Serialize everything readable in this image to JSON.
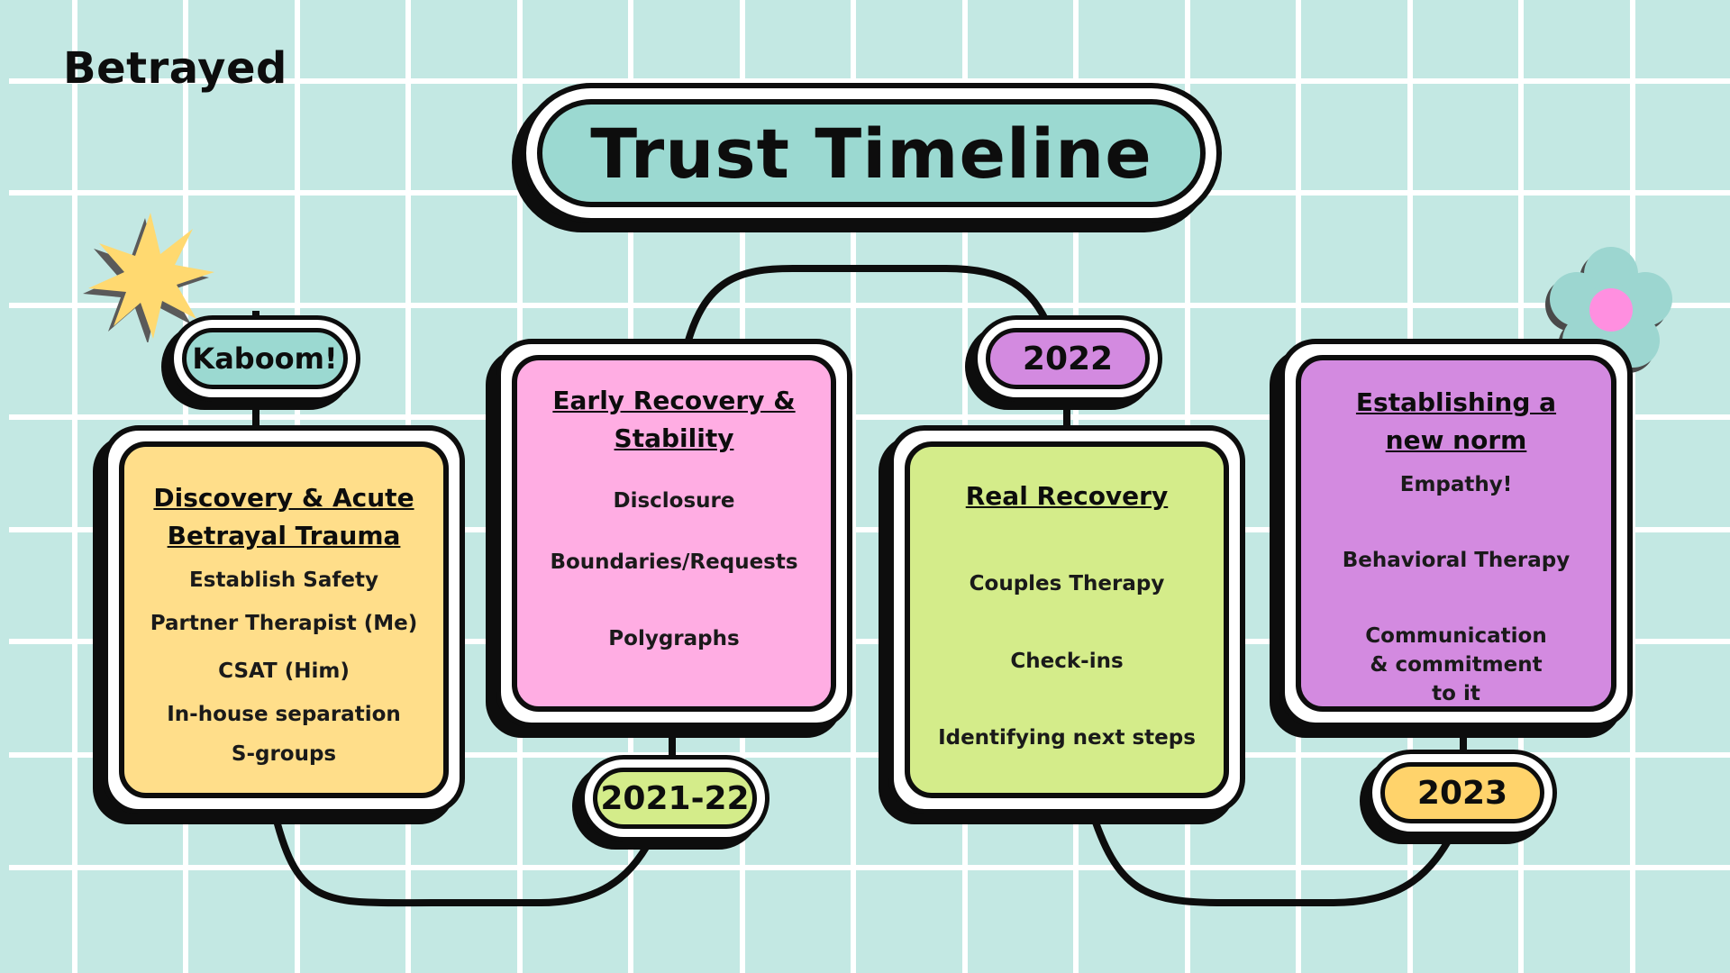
{
  "brand": "Betrayed",
  "title": "Trust Timeline",
  "colors": {
    "background": "#c3e8e3",
    "outline": "#0d0d0d",
    "teal": "#9bd9d1",
    "yellow": "#ffde8a",
    "pink": "#ffade3",
    "green": "#d4ec8a",
    "purple": "#d38ae0",
    "tag_yellow": "#ffd36b",
    "star": "#ffd970",
    "flower_petal": "#9cd6d0",
    "flower_center": "#ff8fe0"
  },
  "tags": {
    "kaboom": "Kaboom!",
    "year_2021": "2021-22",
    "year_2022": "2022",
    "year_2023": "2023"
  },
  "stages": [
    {
      "heading": "Discovery & Acute Betrayal Trauma",
      "items": [
        "Establish Safety",
        "Partner Therapist (Me)",
        "CSAT (Him)",
        "In-house separation",
        "S-groups"
      ]
    },
    {
      "heading": "Early Recovery & Stability",
      "items": [
        "Disclosure",
        "Boundaries/Requests",
        "Polygraphs"
      ]
    },
    {
      "heading": "Real Recovery",
      "items": [
        "Couples Therapy",
        "Check-ins",
        "Identifying next steps"
      ]
    },
    {
      "heading": "Establishing a new norm",
      "items": [
        "Empathy!",
        "Behavioral Therapy",
        "Communication  & commitment to it"
      ]
    }
  ],
  "decorations": [
    "starburst-icon",
    "flower-icon"
  ]
}
